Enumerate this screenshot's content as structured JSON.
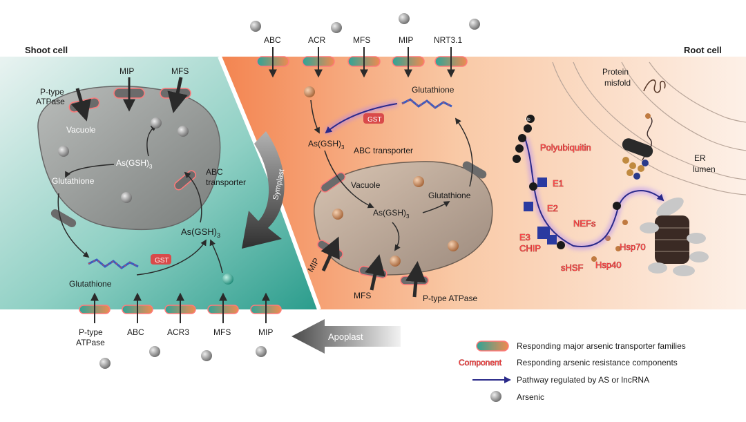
{
  "cells": {
    "shoot": "Shoot cell",
    "root": "Root cell"
  },
  "shoot": {
    "p_type_top_1": "P-type",
    "p_type_top_2": "ATPase",
    "mip": "MIP",
    "mfs": "MFS",
    "vacuole": "Vacuole",
    "as_gsh_inner": "As(GSH)",
    "glutathione_inner": "Glutathione",
    "abc_transporter_1": "ABC",
    "abc_transporter_2": "transporter",
    "as_gsh_outer": "As(GSH)",
    "glutathione_bottom": "Glutathione",
    "gst": "GST",
    "bottom_transporters": [
      "P-type",
      "ABC",
      "ACR3",
      "MFS",
      "MIP"
    ],
    "bottom_p_type_2": "ATPase"
  },
  "symplast": "Symplast",
  "apoplast": "Apoplast",
  "root": {
    "top_transporters": [
      "ABC",
      "ACR",
      "MFS",
      "MIP",
      "NRT3.1"
    ],
    "glutathione_top": "Glutathione",
    "gst": "GST",
    "as_gsh": "As(GSH)",
    "abc_transporter": "ABC transporter",
    "vacuole": "Vacuole",
    "as_gsh_vac": "As(GSH)",
    "glutathione_vac": "Glutathione",
    "mip": "MIP",
    "mfs": "MFS",
    "p_type_atpase": "P-type ATPase"
  },
  "er": {
    "protein_1": "Protein",
    "protein_2": "misfold",
    "polyubiquitin": "Polyubiquitin",
    "ub": "Ub",
    "e1": "E1",
    "e2": "E2",
    "e3": "E3",
    "chip": "CHIP",
    "nefs": "NEFs",
    "hsp70": "Hsp70",
    "hsp40": "Hsp40",
    "shsf": "sHSF",
    "er_1": "ER",
    "er_2": "lumen"
  },
  "subscript": "3",
  "legend": {
    "component_word": "Component",
    "items": [
      "Responding major arsenic transporter families",
      "Responding arsenic resistance components",
      "Pathway regulated by AS or lncRNA",
      "Arsenic"
    ]
  },
  "colors": {
    "teal": "#2fa496",
    "orange": "#f08a50",
    "vacuole": "#8d8d8a",
    "transporter_red": "#ff6a6a",
    "pathway": "#2a2a8a"
  }
}
